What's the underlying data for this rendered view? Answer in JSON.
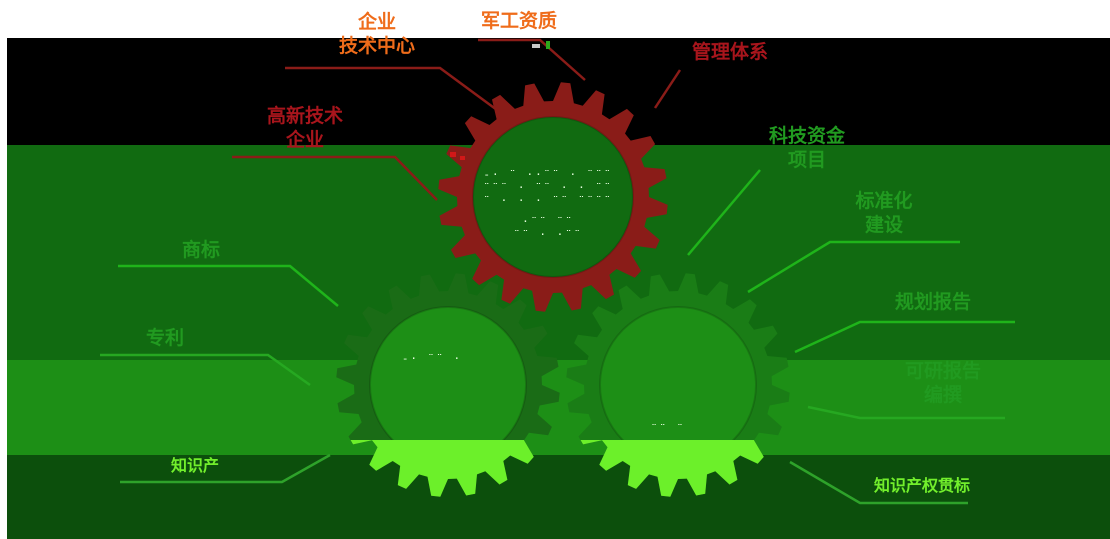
{
  "colors": {
    "band_top": "#000000",
    "band_mid1": "#116b11",
    "band_mid2": "#1d8f16",
    "band_bot": "#0c4f0c",
    "gear_top": "#8a1c18",
    "gear_left": "#1a6c16",
    "gear_right": "#1a7d16",
    "gear_bottom_glow": "#6cf02a",
    "label_orange": "#ef6c1a",
    "label_red": "#a8151c",
    "label_green": "#219a20"
  },
  "labels": {
    "military": "军工资质",
    "enterprise_tech_center_line1": "企业",
    "enterprise_tech_center_line2": "技术中心",
    "management_system": "管理体系",
    "high_tech_line1": "高新技术",
    "high_tech_line2": "企业",
    "sci_funding_line1": "科技资金",
    "sci_funding_line2": "项目",
    "standardization_line1": "标准化",
    "standardization_line2": "建设",
    "trademark": "商标",
    "planning_report": "规划报告",
    "patent": "专利",
    "feasibility_line1": "可研报告",
    "feasibility_line2": "编撰",
    "bottom_left": "知识产",
    "bottom_right": "知识产权贯标"
  }
}
